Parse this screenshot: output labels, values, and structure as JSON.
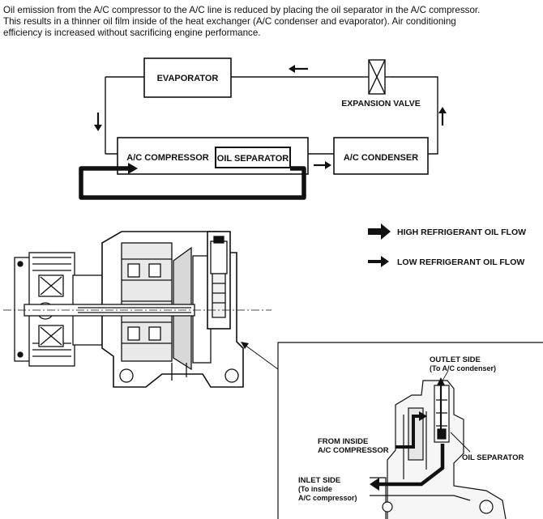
{
  "intro": {
    "line1": "Oil emission from the A/C compressor to the A/C line is reduced by placing the oil separator in the A/C compressor.",
    "line2": "This results in a thinner oil film inside of the heat  exchanger (A/C condenser and evaporator). Air conditioning",
    "line3": "efficiency is increased without sacrificing engine performance."
  },
  "cycle": {
    "evaporator": "EVAPORATOR",
    "expansion_valve": "EXPANSION VALVE",
    "compressor": "A/C COMPRESSOR",
    "oil_separator": "OIL SEPARATOR",
    "condenser": "A/C CONDENSER"
  },
  "legend": {
    "high": "HIGH REFRIGERANT OIL FLOW",
    "low": "LOW REFRIGERANT OIL FLOW"
  },
  "detail": {
    "outlet_line1": "OUTLET SIDE",
    "outlet_line2": "(To A/C condenser)",
    "from_inside_line1": "FROM INSIDE",
    "from_inside_line2": "A/C COMPRESSOR",
    "oil_separator": "OIL SEPARATOR",
    "inlet_line1": "INLET SIDE",
    "inlet_line2": "(To inside",
    "inlet_line3": "A/C compressor)"
  },
  "colors": {
    "ink": "#111111",
    "paper": "#ffffff",
    "shade": "#cfcfcf"
  }
}
